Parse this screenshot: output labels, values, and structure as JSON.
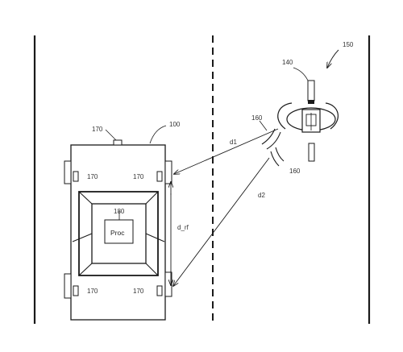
{
  "labels": {
    "vehicle": "100",
    "pedestrian": "150",
    "device": "140",
    "signal": "160",
    "sensor": "170",
    "processor_ref": "180",
    "processor": "Proc",
    "distance_1": "d1",
    "distance_2": "d2",
    "sensor_spacing": "d_rf"
  },
  "colors": {
    "stroke": "#1a1a1a",
    "text": "#333333"
  }
}
